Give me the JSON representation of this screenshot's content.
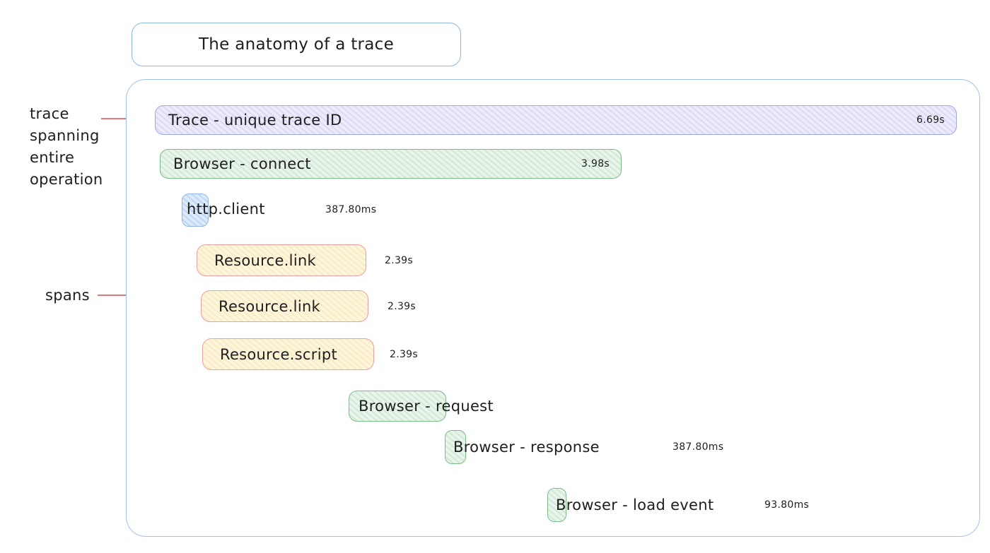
{
  "title_box": {
    "label": "The anatomy of a trace"
  },
  "annotations": {
    "trace_label_lines": [
      "trace",
      "spanning",
      "entire",
      "operation"
    ],
    "spans_label": "spans"
  },
  "spans": [
    {
      "label": "Trace - unique trace ID",
      "duration": "6.69s",
      "kind": "trace"
    },
    {
      "label": "Browser - connect",
      "duration": "3.98s",
      "kind": "browser"
    },
    {
      "label": "http.client",
      "duration": "387.80ms",
      "kind": "http-client"
    },
    {
      "label": "Resource.link",
      "duration": "2.39s",
      "kind": "resource"
    },
    {
      "label": "Resource.link",
      "duration": "2.39s",
      "kind": "resource"
    },
    {
      "label": "Resource.script",
      "duration": "2.39s",
      "kind": "resource"
    },
    {
      "label": "Browser - request",
      "duration": "",
      "kind": "browser"
    },
    {
      "label": "Browser - response",
      "duration": "387.80ms",
      "kind": "browser"
    },
    {
      "label": "Browser - load event",
      "duration": "93.80ms",
      "kind": "browser"
    }
  ],
  "colors": {
    "container_border": "#9dc1e8",
    "trace_fill": "#edeafa",
    "trace_border": "#9fa9e6",
    "green_fill": "#e9f5eb",
    "green_border": "#7cbb8a",
    "blue_fill": "#ddeafc",
    "blue_border": "#8fb5e4",
    "yellow_fill": "#fdf6dc",
    "yellow_border": "#ec9f9f",
    "annotation_line": "#e07a7a",
    "text": "#1e1e1e"
  }
}
